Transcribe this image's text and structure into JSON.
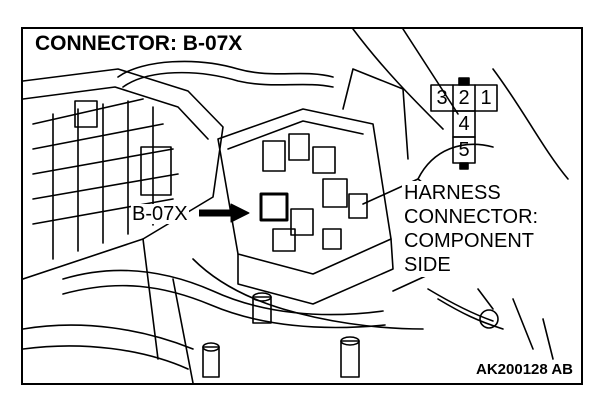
{
  "title": "CONNECTOR: B-07X",
  "callout_label": "B-07X",
  "harness_label": [
    "HARNESS",
    "CONNECTOR:",
    "COMPONENT",
    "SIDE"
  ],
  "connector_pins": {
    "row1": [
      "3",
      "2",
      "1"
    ],
    "row2": [
      "4"
    ],
    "row3": [
      "5"
    ]
  },
  "figure_code": "AK200128 AB",
  "colors": {
    "line": "#000000",
    "background": "#ffffff"
  },
  "icons": [
    "arrow-right-icon"
  ]
}
